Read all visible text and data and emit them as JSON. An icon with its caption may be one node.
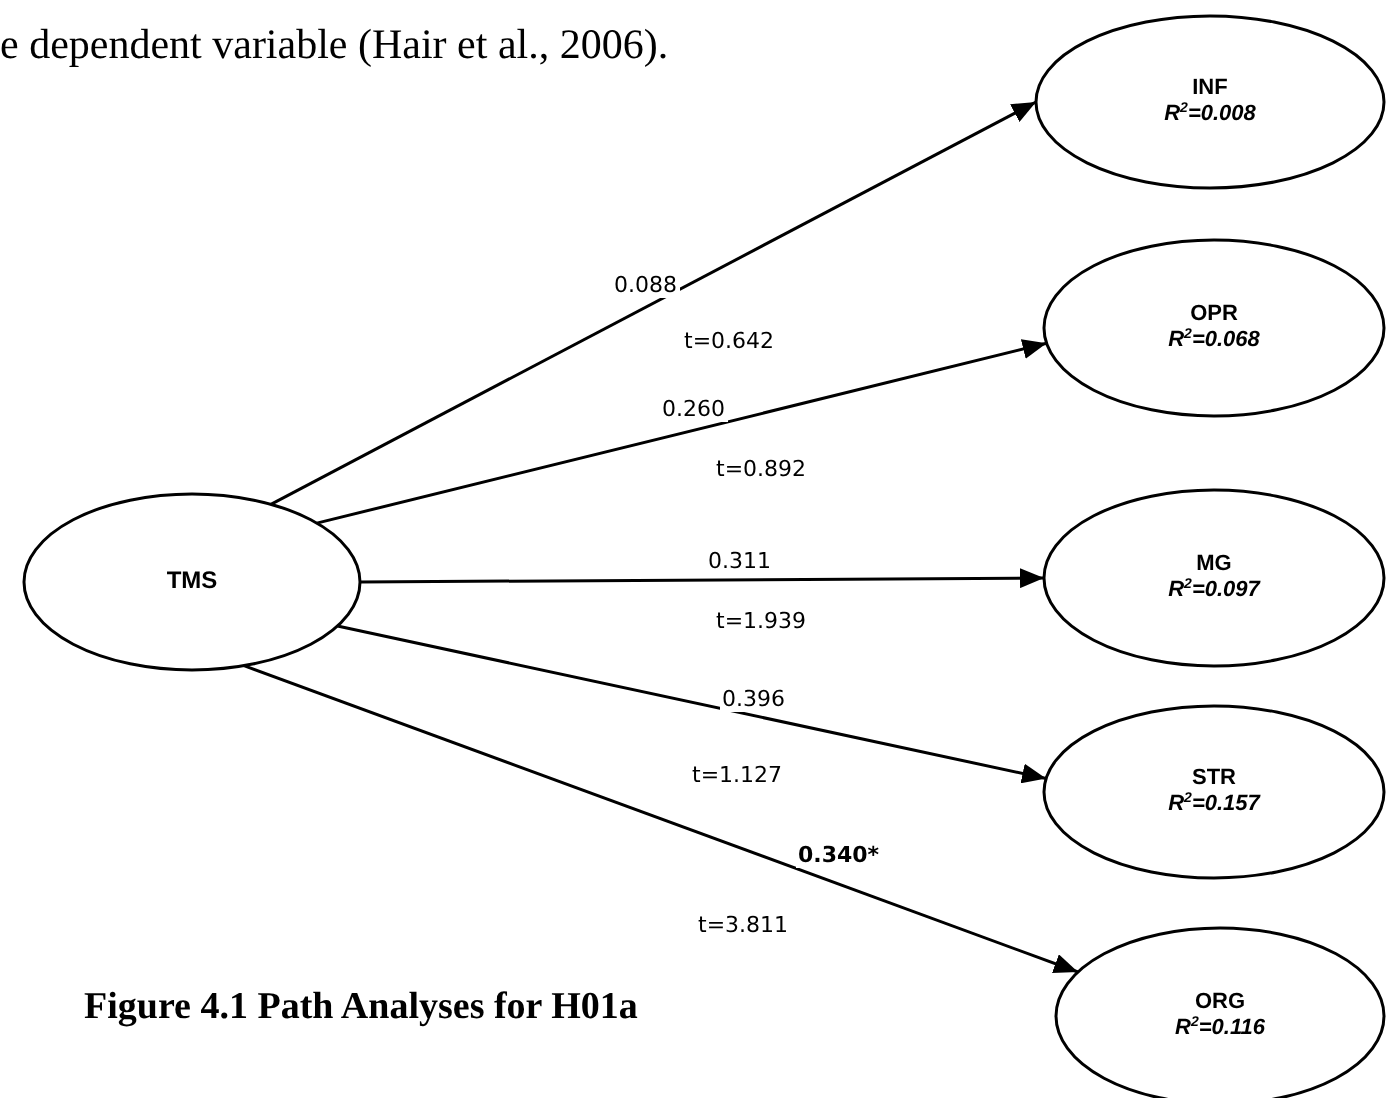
{
  "diagram": {
    "caption": "Figure 4.1 Path Analyses for H01a",
    "nodes": [
      {
        "text": [
          "TMS"
        ]
      },
      {
        "text": [
          "INF",
          "R$^{2}$=0.008"
        ]
      },
      {
        "text": [
          "OPR",
          "R$^{2}$=0.068"
        ]
      },
      {
        "text": [
          "MG",
          "R$^{2}$=0.097"
        ]
      },
      {
        "text": [
          "STR",
          "R$^{2}$=0.157"
        ]
      },
      {
        "text": [
          "ORG",
          "R$^{2}$=0.116"
        ]
      }
    ],
    "edges": [
      {
        "from": 0,
        "to": 1,
        "arrow": "to",
        "label": "0.088"
      },
      {
        "from": 0,
        "to": 2,
        "arrow": "to",
        "label": "0.260"
      },
      {
        "from": 0,
        "to": 3,
        "arrow": "to",
        "label": "0.311"
      },
      {
        "from": 0,
        "to": 4,
        "arrow": "to",
        "label": "0.396"
      },
      {
        "from": 0,
        "to": 5,
        "arrow": "to",
        "label": "0.340*"
      }
    ],
    "labels": [
      "e dependent variable (Hair et al., 2006).",
      "t=0.642",
      "t=0.892",
      "t=1.939",
      "t=1.127",
      "t=3.811"
    ]
  }
}
